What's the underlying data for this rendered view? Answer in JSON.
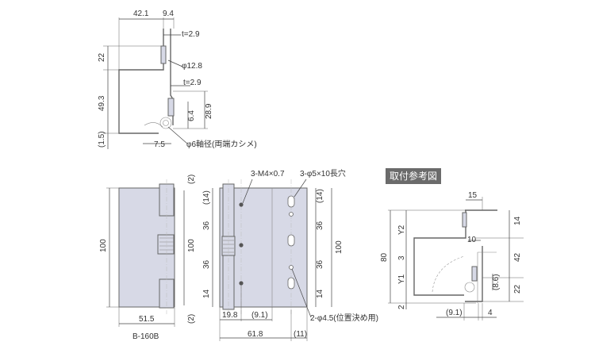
{
  "side_view": {
    "dims": {
      "w_421": "42.1",
      "w_94": "9.4",
      "t1": "t=2.9",
      "h_22": "22",
      "dia_128": "φ12.8",
      "t2": "t=2.9",
      "h_493": "49.3",
      "h_64": "6.4",
      "h_289": "28.9",
      "h_15": "(1.5)",
      "w_75": "7.5",
      "axis_note": "φ6軸径(両端カシメ)"
    }
  },
  "front_view": {
    "dims": {
      "h_100_left": "100",
      "h_100_mid": "100",
      "top_2": "(2)",
      "bot_2": "(2)",
      "w_515": "51.5"
    },
    "model": "B-160B"
  },
  "hole_view": {
    "notes": {
      "threads": "3-M4×0.7",
      "slots": "3-φ5×10長穴",
      "pins": "2-φ4.5(位置決め用)"
    },
    "dims": {
      "left_14_top": "(14)",
      "left_36_a": "36",
      "left_36_b": "36",
      "left_14_bot": "14",
      "right_14_top": "(14)",
      "right_36_a": "36",
      "right_36_b": "36",
      "right_14_bot": "14",
      "h_100": "100",
      "w_198": "19.8",
      "w_91": "(9.1)",
      "w_618": "61.8",
      "w_11": "(11)"
    }
  },
  "mount_ref": {
    "title": "取付参考図",
    "dims": {
      "w_15": "15",
      "h_14": "14",
      "y2": "Y2",
      "h_10": "10",
      "h_80": "80",
      "h_42": "42",
      "h_3": "3",
      "y1": "Y1",
      "h_86": "(8.6)",
      "h_22": "22",
      "h_2": "2",
      "w_91": "(9.1)",
      "w_4": "4"
    }
  }
}
